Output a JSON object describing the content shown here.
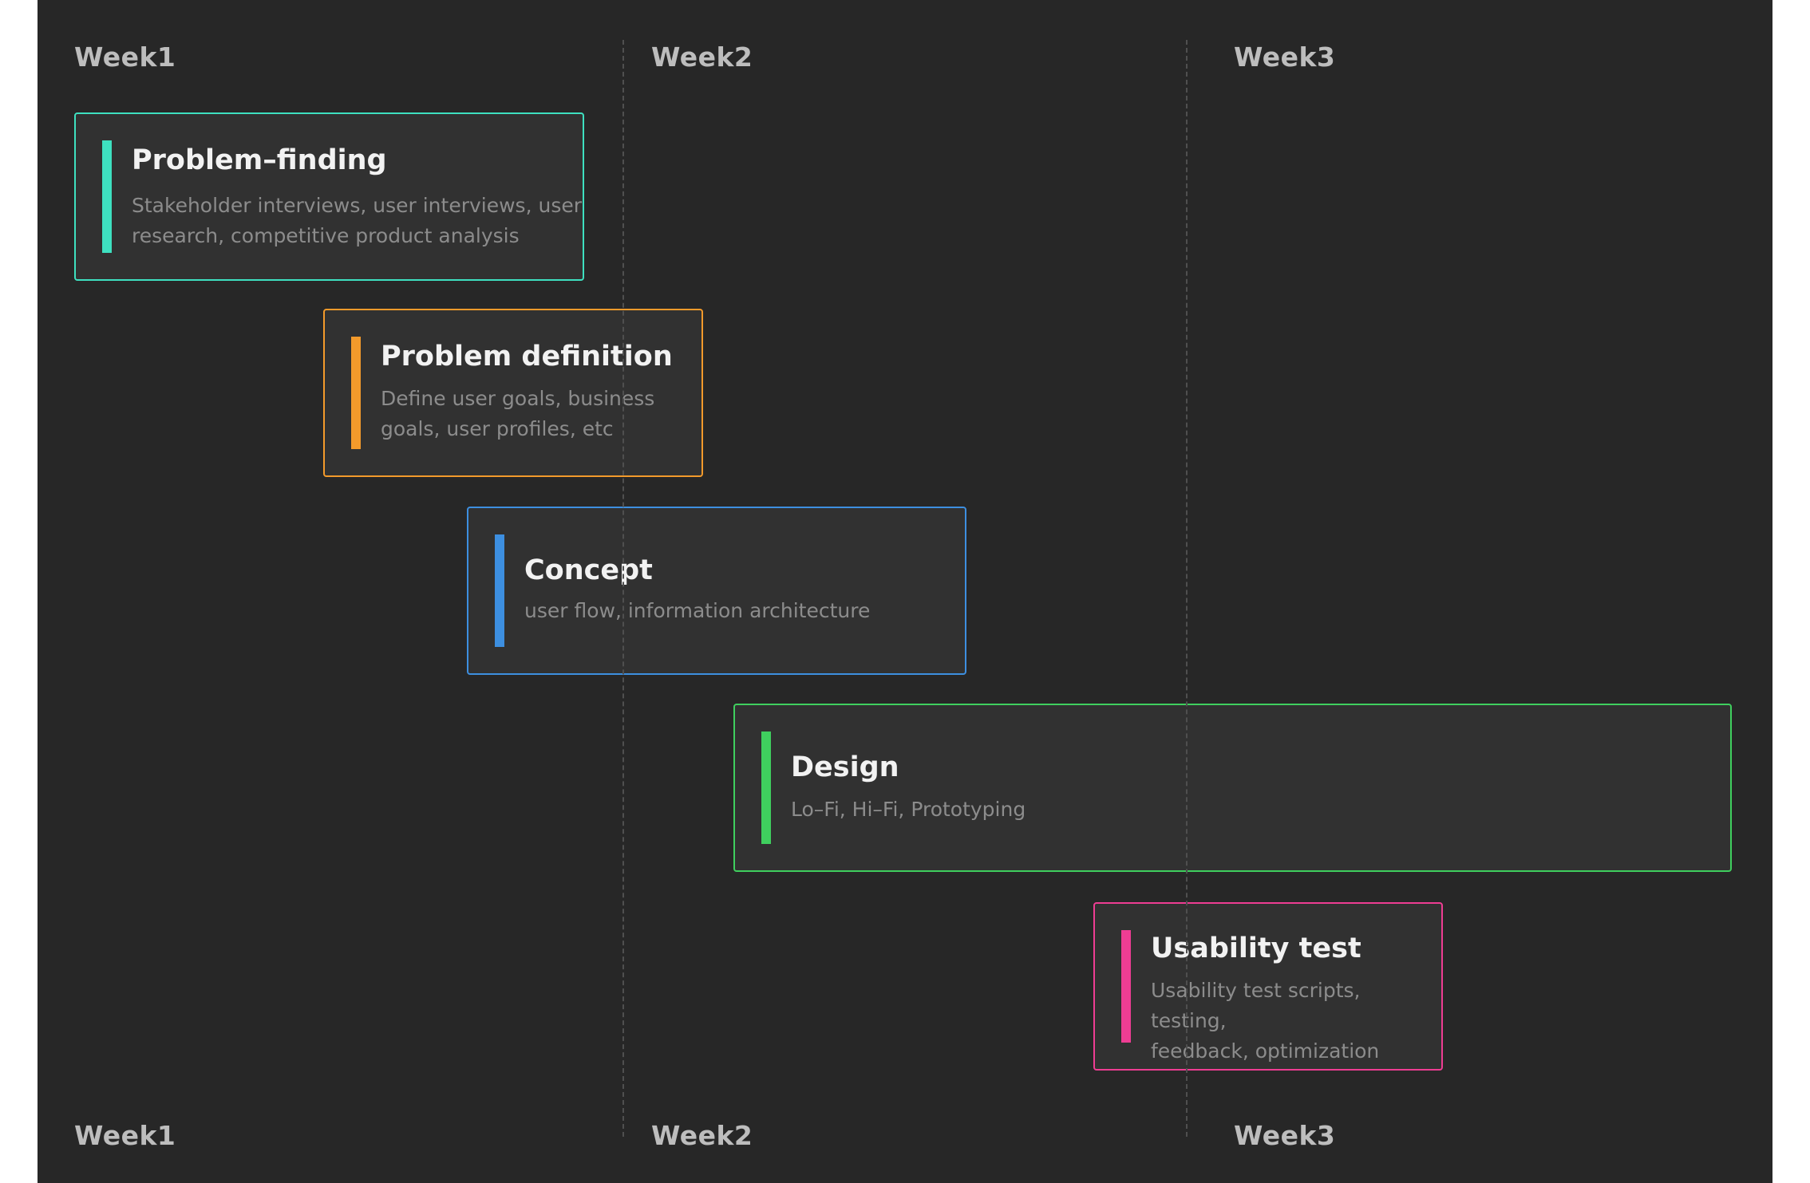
{
  "weeks_top": [
    "Week1",
    "Week2",
    "Week3"
  ],
  "weeks_bottom": [
    "Week1",
    "Week2",
    "Week3"
  ],
  "phases": [
    {
      "title": "Problem–finding",
      "desc_lines": [
        "Stakeholder interviews, user interviews, user",
        "research, competitive product analysis"
      ],
      "color": "#3ee0c0"
    },
    {
      "title": "Problem definition",
      "desc_lines": [
        "Define user goals, business",
        "goals, user profiles, etc"
      ],
      "color": "#f39a2b"
    },
    {
      "title": "Concept",
      "desc_lines": [
        "user flow, information architecture"
      ],
      "color": "#3d8fe0"
    },
    {
      "title": "Design",
      "desc_lines": [
        "Lo–Fi,  Hi–Fi,  Prototyping"
      ],
      "color": "#3fcf5e"
    },
    {
      "title": "Usability test",
      "desc_lines": [
        "Usability test scripts, testing,",
        "feedback, optimization"
      ],
      "color": "#ee3d93"
    }
  ]
}
